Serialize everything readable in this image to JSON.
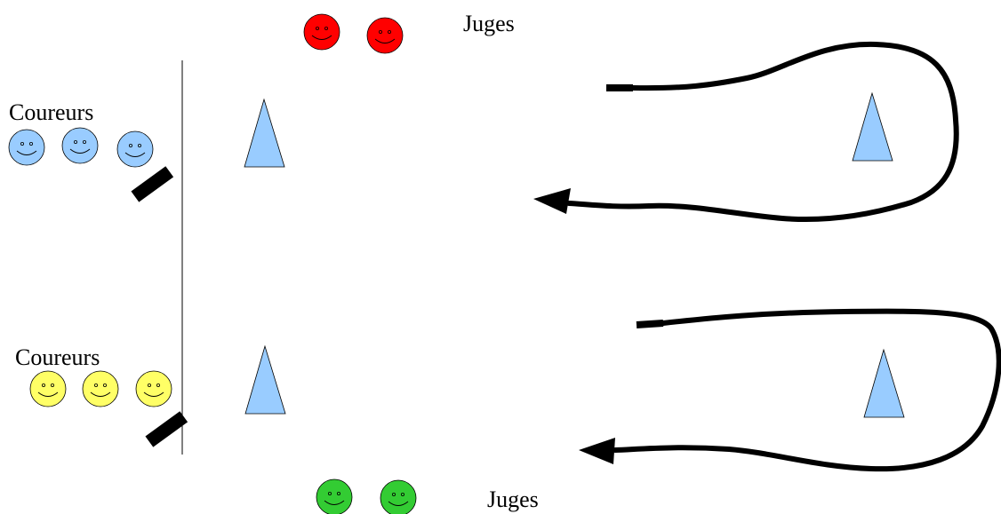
{
  "labels": {
    "judges_top": "Juges",
    "judges_bottom": "Juges",
    "runners_top": "Coureurs",
    "runners_bottom": "Coureurs"
  },
  "colors": {
    "judges_top": "#ff0000",
    "judges_bottom": "#33cc33",
    "runners_top": "#99ccff",
    "runners_bottom": "#ffff66",
    "cone": "#99ccff",
    "path": "#000000"
  },
  "icons": {
    "face": "smiley-face-icon",
    "cone": "cone-icon",
    "start": "start-block-icon",
    "route": "course-path-arrow-icon"
  }
}
